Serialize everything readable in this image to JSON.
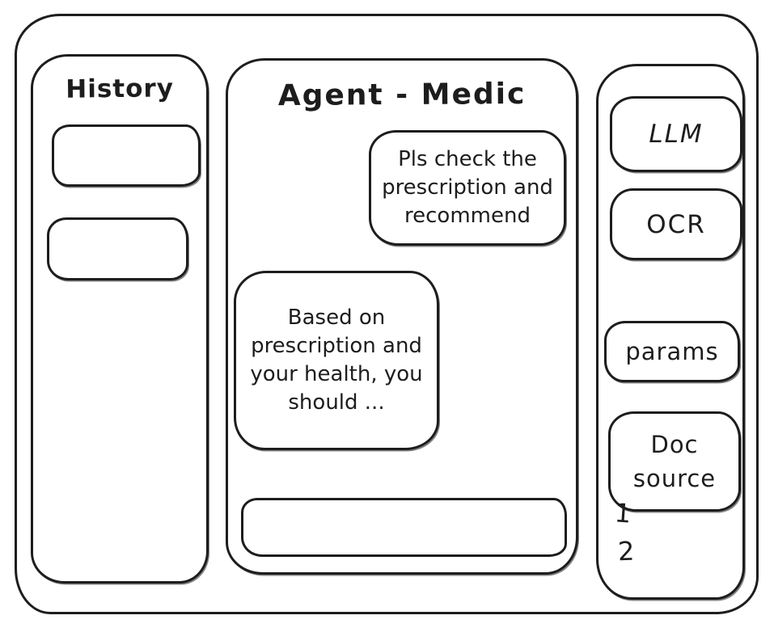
{
  "window": {
    "background": "#ffffff",
    "ink": "#1d1d1d"
  },
  "history_panel": {
    "title": "History",
    "items": [
      {
        "label": ""
      },
      {
        "label": ""
      }
    ]
  },
  "chat_panel": {
    "title": "Agent - Medic",
    "messages": [
      {
        "role": "user",
        "text": "Pls check the prescription and recommend"
      },
      {
        "role": "assistant",
        "text": "Based on prescription and your health, you should ..."
      }
    ],
    "input": {
      "value": "",
      "placeholder": ""
    }
  },
  "tools_panel": {
    "llm_button": "LLM",
    "ocr_button": "OCR",
    "params_button": "params",
    "doc_source_button": "Doc source",
    "doc_source_items": [
      {
        "label": "1"
      },
      {
        "label": "2"
      }
    ]
  }
}
